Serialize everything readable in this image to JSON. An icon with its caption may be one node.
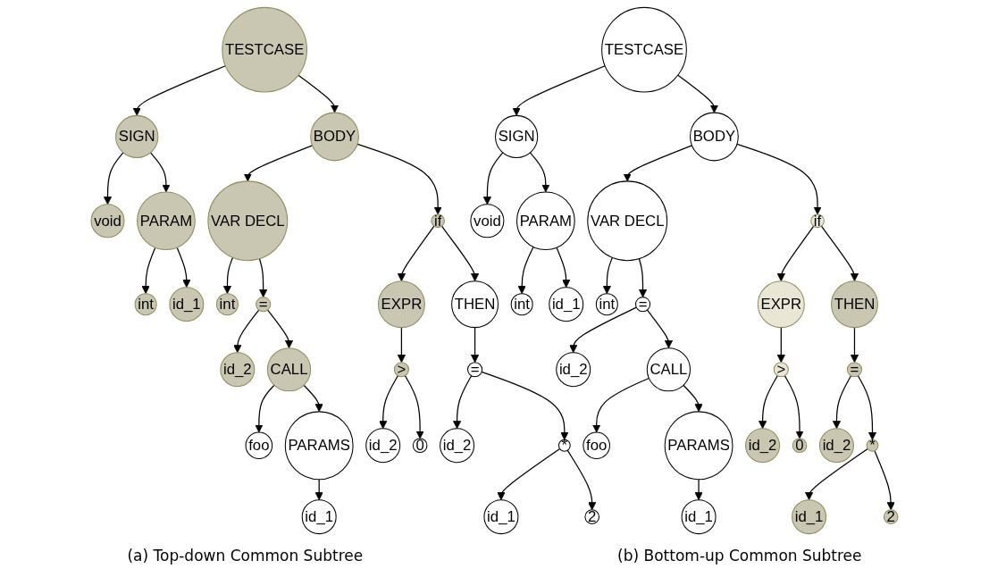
{
  "diagram": {
    "nodes": [
      {
        "text": [
          "TESTCASE"
        ]
      },
      {
        "text": [
          "SIGN"
        ]
      },
      {
        "text": [
          "BODY"
        ]
      },
      {
        "text": [
          "void"
        ]
      },
      {
        "text": [
          "PARAM"
        ]
      },
      {
        "text": [
          "int"
        ]
      },
      {
        "text": [
          "id_1"
        ]
      },
      {
        "text": [
          "VAR DECL"
        ]
      },
      {
        "text": [
          "if"
        ]
      },
      {
        "text": [
          "int"
        ]
      },
      {
        "text": [
          "="
        ]
      },
      {
        "text": [
          "id_2"
        ]
      },
      {
        "text": [
          "CALL"
        ]
      },
      {
        "text": [
          "foo"
        ]
      },
      {
        "text": [
          "PARAMS"
        ]
      },
      {
        "text": [
          "id_1"
        ]
      },
      {
        "text": [
          "EXPR"
        ]
      },
      {
        "text": [
          "THEN"
        ]
      },
      {
        "text": [
          ">"
        ]
      },
      {
        "text": [
          "id_2"
        ]
      },
      {
        "text": [
          "0"
        ]
      },
      {
        "text": [
          "="
        ]
      },
      {
        "text": [
          "id_2"
        ]
      },
      {
        "text": [
          "*"
        ]
      },
      {
        "text": [
          "id_1"
        ]
      },
      {
        "text": [
          "2"
        ]
      },
      {
        "text": [
          "TESTCASE"
        ]
      },
      {
        "text": [
          "SIGN"
        ]
      },
      {
        "text": [
          "BODY"
        ]
      },
      {
        "text": [
          "void"
        ]
      },
      {
        "text": [
          "PARAM"
        ]
      },
      {
        "text": [
          "int"
        ]
      },
      {
        "text": [
          "id_1"
        ]
      },
      {
        "text": [
          "VAR DECL"
        ]
      },
      {
        "text": [
          "if"
        ]
      },
      {
        "text": [
          "int"
        ]
      },
      {
        "text": [
          "="
        ]
      },
      {
        "text": [
          "id_2"
        ]
      },
      {
        "text": [
          "CALL"
        ]
      },
      {
        "text": [
          "foo"
        ]
      },
      {
        "text": [
          "PARAMS"
        ]
      },
      {
        "text": [
          "id_1"
        ]
      },
      {
        "text": [
          "EXPR"
        ]
      },
      {
        "text": [
          "THEN"
        ]
      },
      {
        "text": [
          ">"
        ]
      },
      {
        "text": [
          "id_2"
        ]
      },
      {
        "text": [
          "0"
        ]
      },
      {
        "text": [
          "="
        ]
      },
      {
        "text": [
          "id_2"
        ]
      },
      {
        "text": [
          "*"
        ]
      },
      {
        "text": [
          "id_1"
        ]
      },
      {
        "text": [
          "2"
        ]
      }
    ],
    "edges": [
      {
        "from": 0,
        "to": 1,
        "arrow": "to"
      },
      {
        "from": 0,
        "to": 2,
        "arrow": "to"
      },
      {
        "from": 1,
        "to": 3,
        "arrow": "to"
      },
      {
        "from": 1,
        "to": 4,
        "arrow": "to"
      },
      {
        "from": 4,
        "to": 5,
        "arrow": "to"
      },
      {
        "from": 4,
        "to": 6,
        "arrow": "to"
      },
      {
        "from": 2,
        "to": 7,
        "arrow": "to"
      },
      {
        "from": 2,
        "to": 8,
        "arrow": "to"
      },
      {
        "from": 7,
        "to": 9,
        "arrow": "to"
      },
      {
        "from": 7,
        "to": 10,
        "arrow": "to"
      },
      {
        "from": 10,
        "to": 11,
        "arrow": "to"
      },
      {
        "from": 10,
        "to": 12,
        "arrow": "to"
      },
      {
        "from": 12,
        "to": 13,
        "arrow": "to"
      },
      {
        "from": 12,
        "to": 14,
        "arrow": "to"
      },
      {
        "from": 14,
        "to": 15,
        "arrow": "to"
      },
      {
        "from": 8,
        "to": 16,
        "arrow": "to"
      },
      {
        "from": 8,
        "to": 17,
        "arrow": "to"
      },
      {
        "from": 16,
        "to": 18,
        "arrow": "to"
      },
      {
        "from": 18,
        "to": 19,
        "arrow": "to"
      },
      {
        "from": 18,
        "to": 20,
        "arrow": "to"
      },
      {
        "from": 17,
        "to": 21,
        "arrow": "to"
      },
      {
        "from": 21,
        "to": 22,
        "arrow": "to"
      },
      {
        "from": 21,
        "to": 23,
        "arrow": "to"
      },
      {
        "from": 23,
        "to": 24,
        "arrow": "to"
      },
      {
        "from": 23,
        "to": 25,
        "arrow": "to"
      },
      {
        "from": 26,
        "to": 27,
        "arrow": "to"
      },
      {
        "from": 26,
        "to": 28,
        "arrow": "to"
      },
      {
        "from": 27,
        "to": 29,
        "arrow": "to"
      },
      {
        "from": 27,
        "to": 30,
        "arrow": "to"
      },
      {
        "from": 30,
        "to": 31,
        "arrow": "to"
      },
      {
        "from": 30,
        "to": 32,
        "arrow": "to"
      },
      {
        "from": 28,
        "to": 33,
        "arrow": "to"
      },
      {
        "from": 28,
        "to": 34,
        "arrow": "to"
      },
      {
        "from": 33,
        "to": 35,
        "arrow": "to"
      },
      {
        "from": 33,
        "to": 36,
        "arrow": "to"
      },
      {
        "from": 36,
        "to": 37,
        "arrow": "to"
      },
      {
        "from": 36,
        "to": 38,
        "arrow": "to"
      },
      {
        "from": 38,
        "to": 39,
        "arrow": "to"
      },
      {
        "from": 38,
        "to": 40,
        "arrow": "to"
      },
      {
        "from": 40,
        "to": 41,
        "arrow": "to"
      },
      {
        "from": 34,
        "to": 42,
        "arrow": "to"
      },
      {
        "from": 34,
        "to": 43,
        "arrow": "to"
      },
      {
        "from": 42,
        "to": 44,
        "arrow": "to"
      },
      {
        "from": 44,
        "to": 45,
        "arrow": "to"
      },
      {
        "from": 44,
        "to": 46,
        "arrow": "to"
      },
      {
        "from": 43,
        "to": 47,
        "arrow": "to"
      },
      {
        "from": 47,
        "to": 48,
        "arrow": "to"
      },
      {
        "from": 47,
        "to": 49,
        "arrow": "to"
      },
      {
        "from": 49,
        "to": 50,
        "arrow": "to"
      },
      {
        "from": 49,
        "to": 51,
        "arrow": "to"
      }
    ],
    "labels": [
      "(a) Top-down Common Subtree",
      "(b) Bottom-up Common Subtree"
    ]
  }
}
